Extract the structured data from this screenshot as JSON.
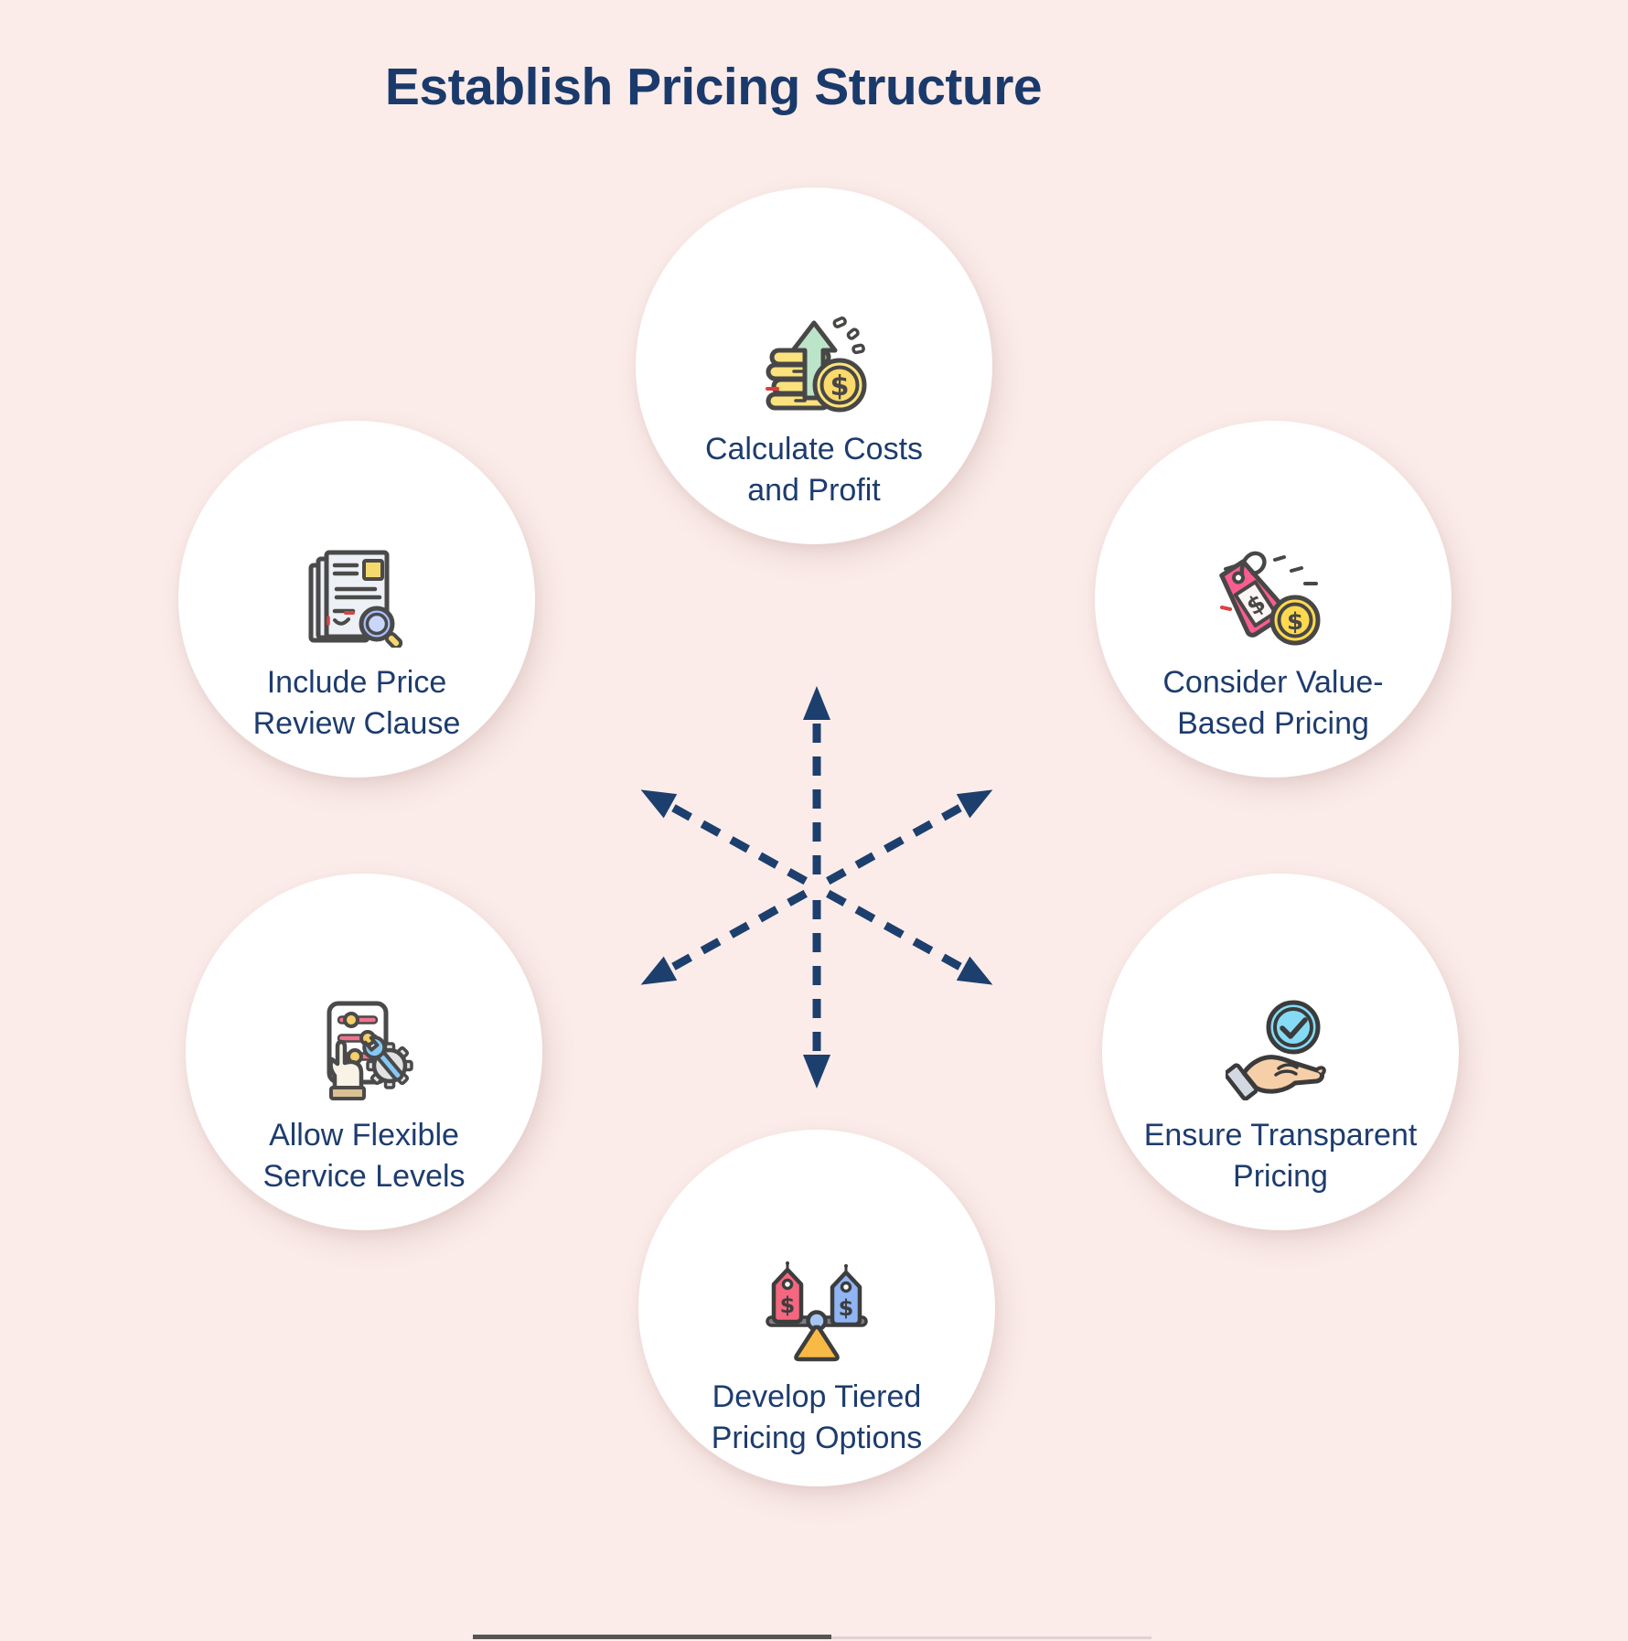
{
  "title": "Establish Pricing Structure",
  "nodes": [
    {
      "id": "calculate-costs",
      "icon": "coins-growth-icon",
      "line1": "Calculate Costs",
      "line2": "and Profit"
    },
    {
      "id": "price-review-clause",
      "icon": "document-magnifier-icon",
      "line1": "Include Price",
      "line2": "Review Clause"
    },
    {
      "id": "value-based-pricing",
      "icon": "price-tag-coin-icon",
      "line1": "Consider Value-",
      "line2": "Based Pricing"
    },
    {
      "id": "flexible-service",
      "icon": "sliders-gear-icon",
      "line1": "Allow Flexible",
      "line2": "Service Levels"
    },
    {
      "id": "transparent-pricing",
      "icon": "hand-checkmark-icon",
      "line1": "Ensure Transparent",
      "line2": "Pricing"
    },
    {
      "id": "tiered-pricing",
      "icon": "balance-tags-icon",
      "line1": "Develop Tiered",
      "line2": "Pricing Options"
    }
  ],
  "colors": {
    "background": "#fbece9",
    "circle_fill": "#ffffff",
    "text": "#1d3c6e",
    "arrows": "#1c3f6e",
    "icon_outline": "#474747",
    "coin_yellow": "#fce27d",
    "mint_green": "#bce4c9",
    "tag_pink": "#fa5d90",
    "tag_red": "#f4677f",
    "tag_blue": "#8fb5f4",
    "check_blue": "#85dbf5",
    "wrench_blue": "#86c8f4",
    "slider_pink": "#f2728e",
    "base_orange": "#f9b945",
    "hand_skin": "#f6cfa9"
  }
}
